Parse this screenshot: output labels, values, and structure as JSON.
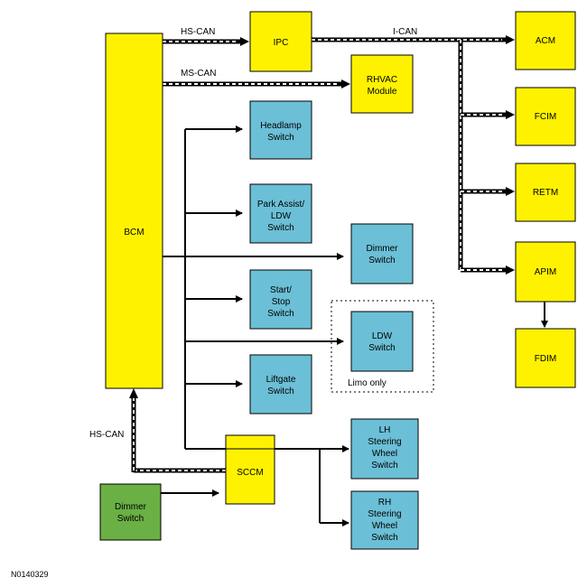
{
  "colors": {
    "yellow": "#fff200",
    "blue": "#6bbfd6",
    "green": "#6ab045",
    "border": "#000000"
  },
  "bus_labels": {
    "hs_can_top": "HS-CAN",
    "ms_can": "MS-CAN",
    "i_can": "I-CAN",
    "hs_can_left": "HS-CAN"
  },
  "modules": {
    "bcm": [
      "BCM"
    ],
    "ipc": [
      "IPC"
    ],
    "rhvac": [
      "RHVAC",
      "Module"
    ],
    "acm": [
      "ACM"
    ],
    "fcim": [
      "FCIM"
    ],
    "retm": [
      "RETM"
    ],
    "apim": [
      "APIM"
    ],
    "fdim": [
      "FDIM"
    ],
    "sccm": [
      "SCCM"
    ],
    "dimmer_green": [
      "Dimmer",
      "Switch"
    ]
  },
  "switches": {
    "headlamp": [
      "Headlamp",
      "Switch"
    ],
    "park_assist": [
      "Park Assist/",
      "LDW",
      "Switch"
    ],
    "dimmer": [
      "Dimmer",
      "Switch"
    ],
    "start_stop": [
      "Start/",
      "Stop",
      "Switch"
    ],
    "ldw": [
      "LDW",
      "Switch"
    ],
    "liftgate": [
      "Liftgate",
      "Switch"
    ],
    "lh_steering": [
      "LH",
      "Steering",
      "Wheel",
      "Switch"
    ],
    "rh_steering": [
      "RH",
      "Steering",
      "Wheel",
      "Switch"
    ]
  },
  "limo_label": "Limo only",
  "figure_id": "N0140329"
}
